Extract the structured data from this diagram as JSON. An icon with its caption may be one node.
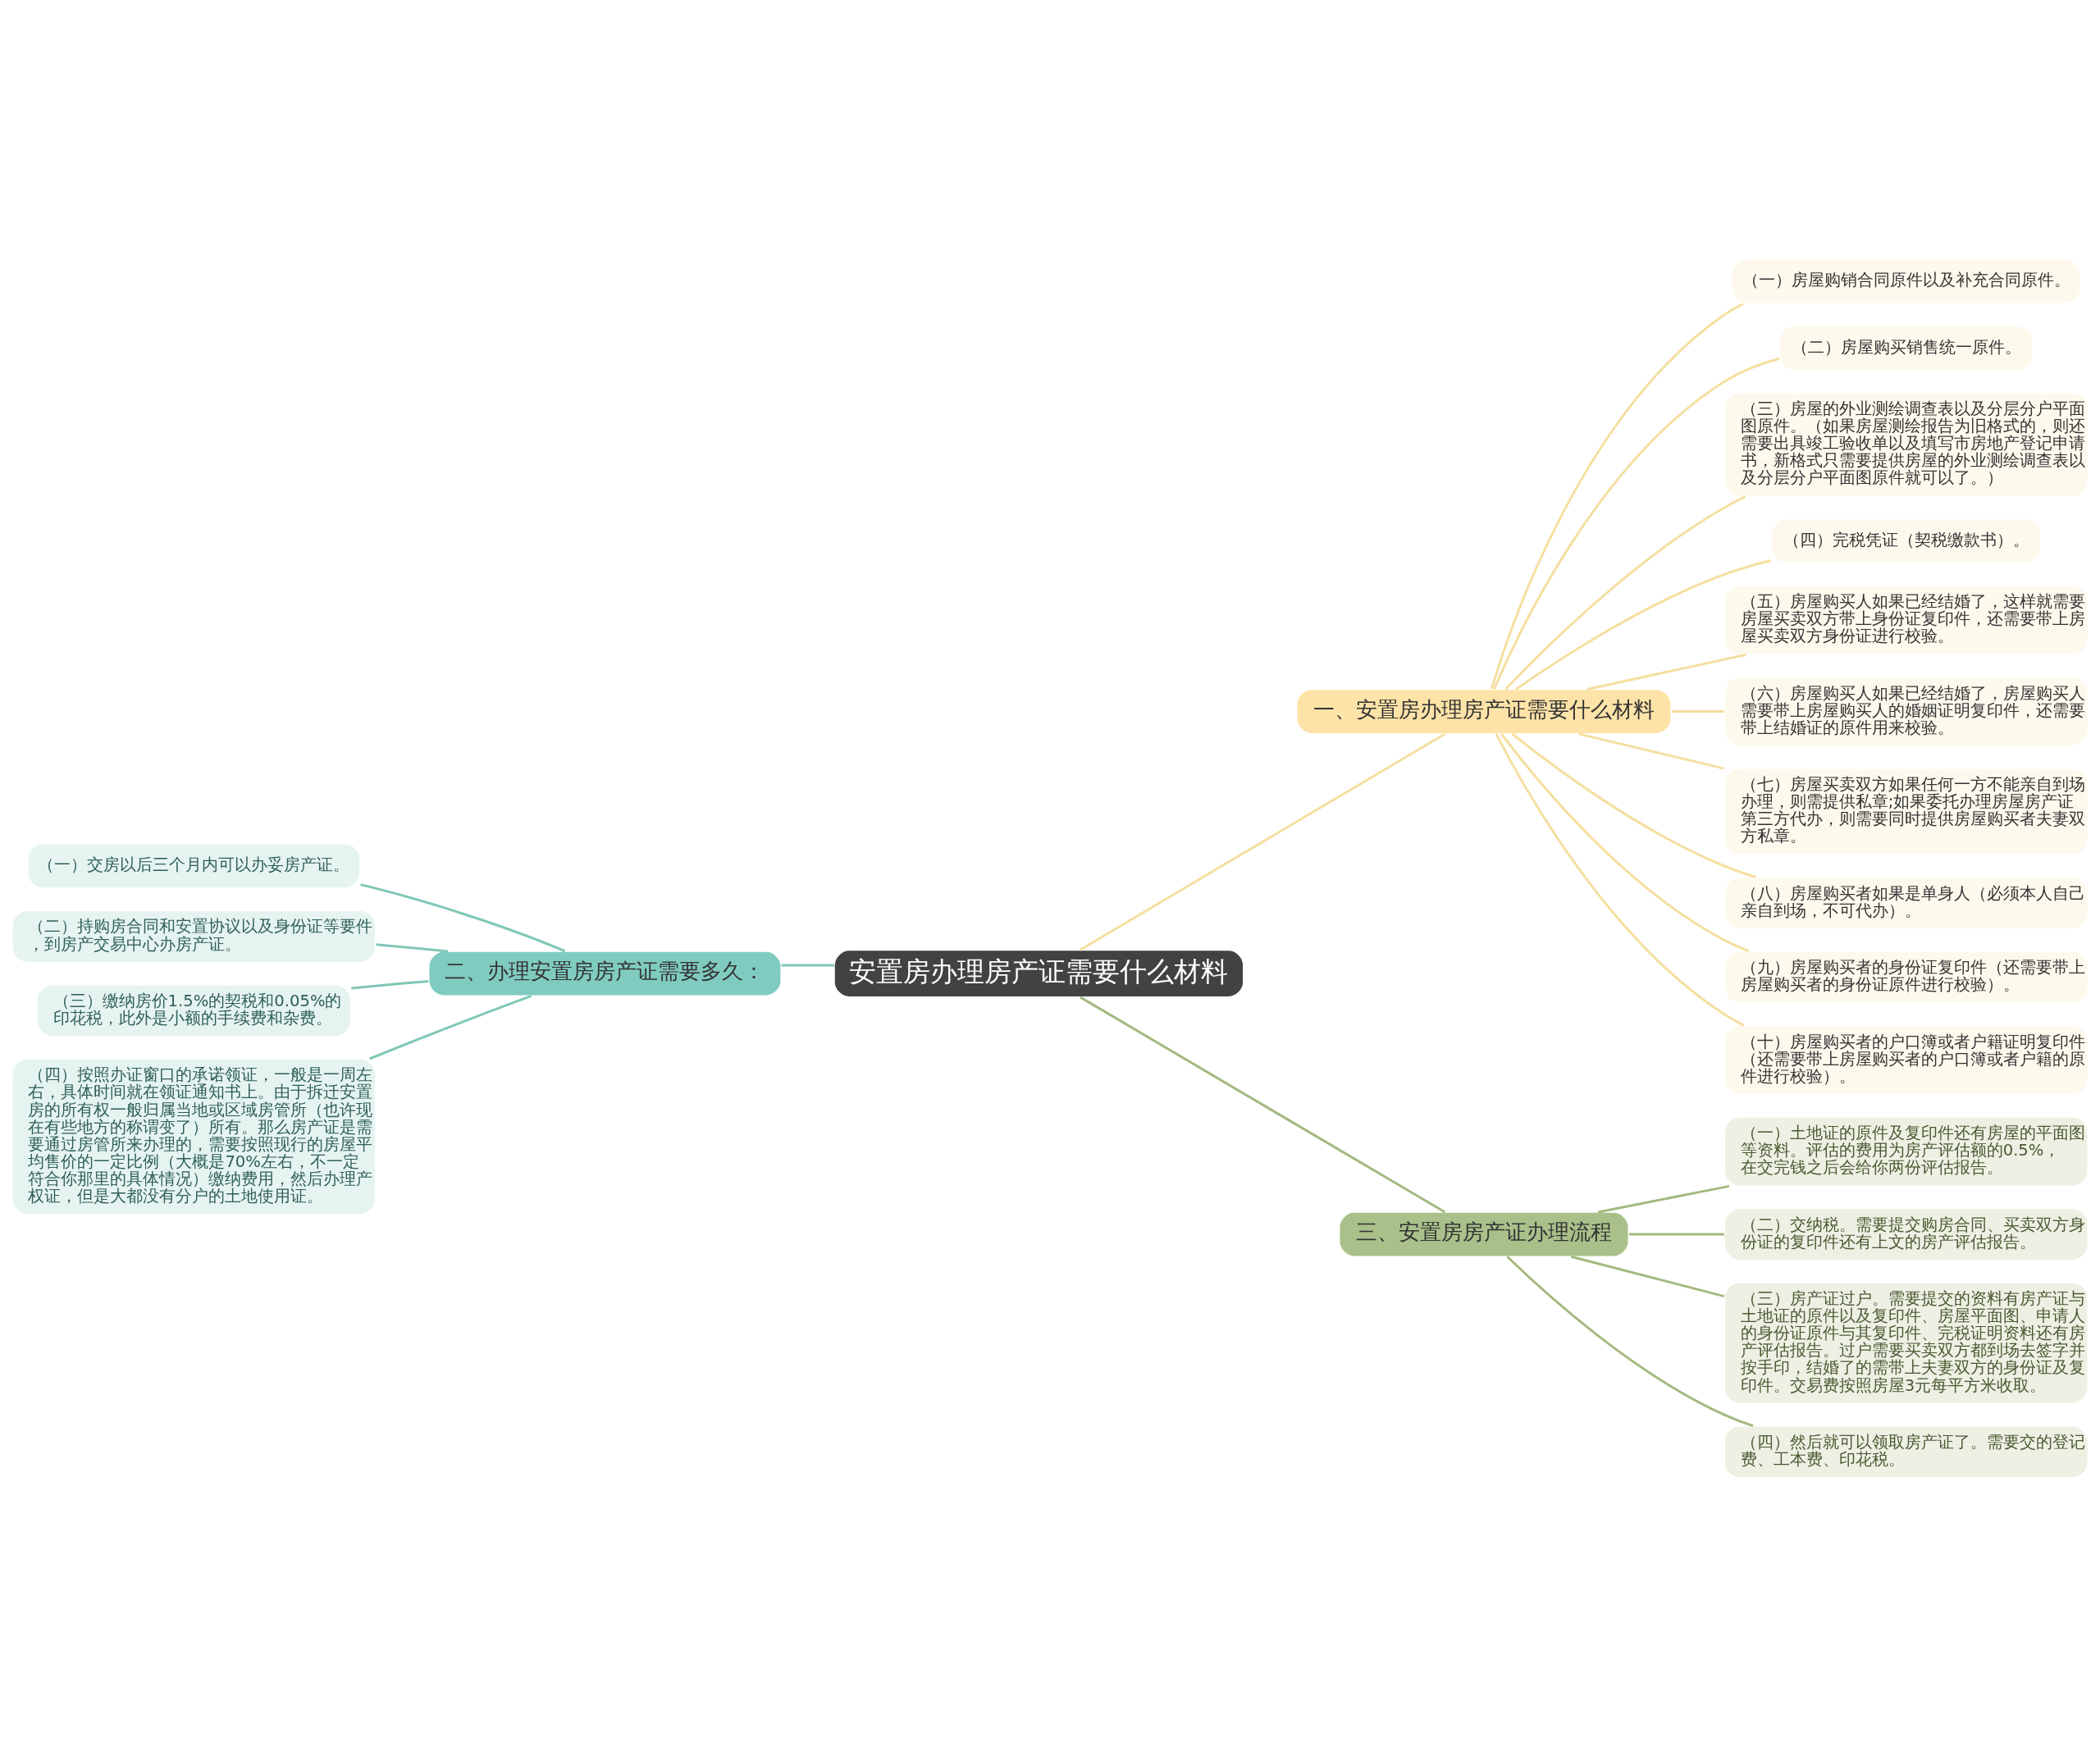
{
  "diagram": {
    "nodes": [
      {
        "text": [
          "安置房办理房产证需要什么材料"
        ]
      },
      {
        "text": [
          "一、安置房办理房产证需要什么材料"
        ]
      },
      {
        "text": [
          "（一）房屋购销合同原件以及补充合同原件。"
        ]
      },
      {
        "text": [
          "（二）房屋购买销售统一原件。"
        ]
      },
      {
        "text": [
          "（三）房屋的外业测绘调查表以及分层分户平面图原件。（如果房屋测绘报告为旧格式的，则还需要出具竣工验收单以及填写市房地产登记申请书，新格式只需要提供房屋的外业测绘调查表以及分层分户平面图原件就可以了。）"
        ]
      },
      {
        "text": [
          "（四）完税凭证（契税缴款书）。"
        ]
      },
      {
        "text": [
          "（五）房屋购买人如果已经结婚了，这样就需要房屋买卖双方带上身份证复印件，还需要带上房屋买卖双方身份证进行校验。"
        ]
      },
      {
        "text": [
          "（六）房屋购买人如果已经结婚了，房屋购买人需要带上房屋购买人的婚姻证明复印件，还需要带上结婚证的原件用来校验。"
        ]
      },
      {
        "text": [
          "（七）房屋买卖双方如果任何一方不能亲自到场办理，则需提供私章;如果委托办理房屋房产证第三方代办，则需要同时提供房屋购买者夫妻双方私章。"
        ]
      },
      {
        "text": [
          "（八）房屋购买者如果是单身人（必须本人自己亲自到场，不可代办）。"
        ]
      },
      {
        "text": [
          "（九）房屋购买者的身份证复印件（还需要带上房屋购买者的身份证原件进行校验）。"
        ]
      },
      {
        "text": [
          "（十）房屋购买者的户口簿或者户籍证明复印件（还需要带上房屋购买者的户口簿或者户籍的原件进行校验）。"
        ]
      },
      {
        "text": [
          "二、办理安置房房产证需要多久："
        ]
      },
      {
        "text": [
          "（一）交房以后三个月内可以办妥房产证。"
        ]
      },
      {
        "text": [
          "（二）持购房合同和安置协议以及身份证等要件，到房产交易中心办房产证。"
        ]
      },
      {
        "text": [
          "（三）缴纳房价1.5%的契税和0.05%的印花税，此外是小额的手续费和杂费。"
        ]
      },
      {
        "text": [
          "（四）按照办证窗口的承诺领证，一般是一周左右，具体时间就在领证通知书上。由于拆迁安置房的所有权一般归属当地或区域房管所（也许现在有些地方的称谓变了）所有。那么房产证是需要通过房管所来办理的，需要按照现行的房屋平均售价的一定比例（大概是70%左右，不一定符合你那里的具体情况）缴纳费用，然后办理产权证，但是大都没有分户的土地使用证。"
        ]
      },
      {
        "text": [
          "三、安置房房产证办理流程"
        ]
      },
      {
        "text": [
          "（一）土地证的原件及复印件还有房屋的平面图等资料。评估的费用为房产评估额的0.5%，在交完钱之后会给你两份评估报告。"
        ]
      },
      {
        "text": [
          "（二）交纳税。需要提交购房合同、买卖双方身份证的复印件还有上文的房产评估报告。"
        ]
      },
      {
        "text": [
          "（三）房产证过户。需要提交的资料有房产证与土地证的原件以及复印件、房屋平面图、申请人的身份证原件与其复印件、完税证明资料还有房产评估报告。过户需要买卖双方都到场去签字并按手印，结婚了的需带上夫妻双方的身份证及复印件。交易费按照房屋3元每平方米收取。"
        ]
      },
      {
        "text": [
          "（四）然后就可以领取房产证了。需要交的登记费、工本费、印花税。"
        ]
      }
    ],
    "edges": [
      {
        "from": 0,
        "to": 1,
        "arrow": "none"
      },
      {
        "from": 1,
        "to": 2,
        "arrow": "none"
      },
      {
        "from": 1,
        "to": 3,
        "arrow": "none"
      },
      {
        "from": 1,
        "to": 4,
        "arrow": "none"
      },
      {
        "from": 1,
        "to": 5,
        "arrow": "none"
      },
      {
        "from": 1,
        "to": 6,
        "arrow": "none"
      },
      {
        "from": 1,
        "to": 7,
        "arrow": "none"
      },
      {
        "from": 1,
        "to": 8,
        "arrow": "none"
      },
      {
        "from": 1,
        "to": 9,
        "arrow": "none"
      },
      {
        "from": 1,
        "to": 10,
        "arrow": "none"
      },
      {
        "from": 1,
        "to": 11,
        "arrow": "none"
      },
      {
        "from": 0,
        "to": 12,
        "arrow": "none",
        "color": "#7fc7b7"
      },
      {
        "from": 12,
        "to": 13,
        "arrow": "none",
        "color": "#7fc7b7"
      },
      {
        "from": 12,
        "to": 14,
        "arrow": "none",
        "color": "#7fc7b7"
      },
      {
        "from": 12,
        "to": 15,
        "arrow": "none",
        "color": "#7fc7b7"
      },
      {
        "from": 12,
        "to": 16,
        "arrow": "none",
        "color": "#7fc7b7"
      },
      {
        "from": 0,
        "to": 17,
        "arrow": "none",
        "color": "#a3b97f"
      },
      {
        "from": 17,
        "to": 18,
        "arrow": "none",
        "color": "#a3b97f"
      },
      {
        "from": 17,
        "to": 19,
        "arrow": "none",
        "color": "#a3b97f"
      },
      {
        "from": 17,
        "to": 20,
        "arrow": "none",
        "color": "#a3b97f"
      },
      {
        "from": 17,
        "to": 21,
        "arrow": "none",
        "color": "#a3b97f"
      }
    ]
  }
}
